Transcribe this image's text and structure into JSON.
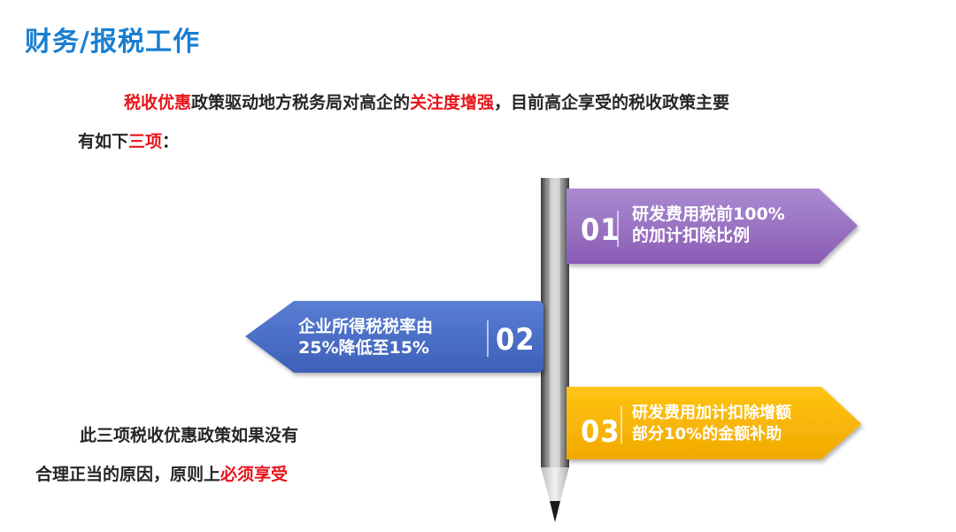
{
  "title": "财务/报税工作",
  "intro": {
    "seg1": "税收优惠",
    "seg2": "政策驱动地方税务局对高企的",
    "seg3": "关注度增强",
    "seg4": "，目前高企享受的税收政策主要",
    "seg5": "有如下",
    "seg6": "三项",
    "seg7": "："
  },
  "items": [
    {
      "num": "01",
      "line1": "研发费用税前100%",
      "line2": "的加计扣除比例",
      "color": "#9b6cc0"
    },
    {
      "num": "02",
      "line1": "企业所得税税率由",
      "line2": "25%降低至15%",
      "color": "#4a6bc4"
    },
    {
      "num": "03",
      "line1": "研发费用加计扣除增额",
      "line2": "部分10%的金额补助",
      "color": "#f7b800"
    }
  ],
  "note": {
    "part1": "此三项税收优惠政策如果没有",
    "part2": "合理正当的原因，原则上",
    "part3": "必须享受"
  },
  "colors": {
    "title": "#1a7fd0",
    "highlight": "#e8141a"
  }
}
